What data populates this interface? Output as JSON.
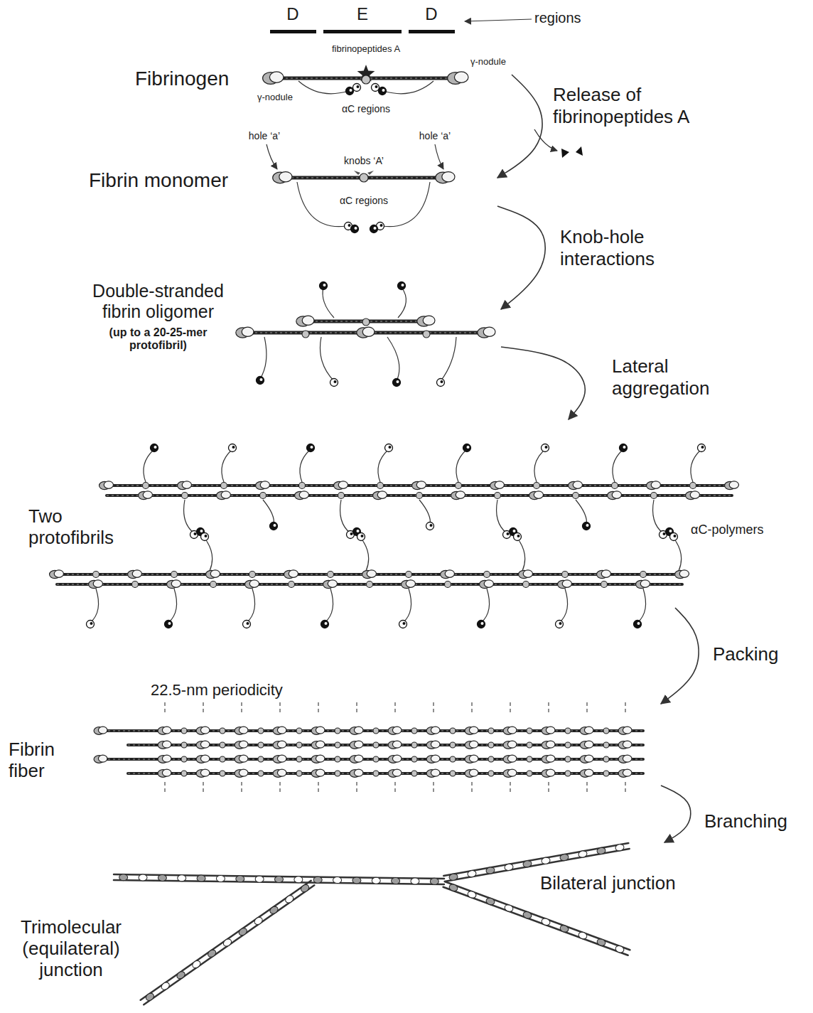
{
  "diagram": {
    "nodes": [
      {
        "text": [
          "Fibrinogen"
        ]
      },
      {
        "text": [
          "Fibrin monomer"
        ]
      },
      {
        "text": [
          "Double-stranded fibrin oligomer",
          "(up to a 20-25-mer protofibril)"
        ]
      },
      {
        "text": [
          "Two protofibrils"
        ]
      },
      {
        "text": [
          "Fibrin fiber"
        ]
      },
      {
        "text": [
          "Trimolecular (equilateral) junction",
          "Bilateral junction"
        ]
      }
    ],
    "edges": [
      {
        "from": 0,
        "to": 1,
        "label": "Release of fibrinopeptides A",
        "arrow": "to"
      },
      {
        "from": 1,
        "to": 2,
        "label": "Knob-hole interactions",
        "arrow": "to"
      },
      {
        "from": 2,
        "to": 3,
        "label": "Lateral aggregation",
        "arrow": "to"
      },
      {
        "from": 3,
        "to": 4,
        "label": "Packing",
        "arrow": "to"
      },
      {
        "from": 4,
        "to": 5,
        "label": "Branching",
        "arrow": "to"
      }
    ],
    "labels": [
      "D",
      "E",
      "D",
      "regions",
      "fibrinopeptides A",
      "γ-nodule",
      "γ-nodule",
      "αC regions",
      "hole ‘a’",
      "hole ‘a’",
      "knobs ‘A’",
      "αC regions",
      "αC-polymers",
      "22.5-nm periodicity"
    ]
  }
}
